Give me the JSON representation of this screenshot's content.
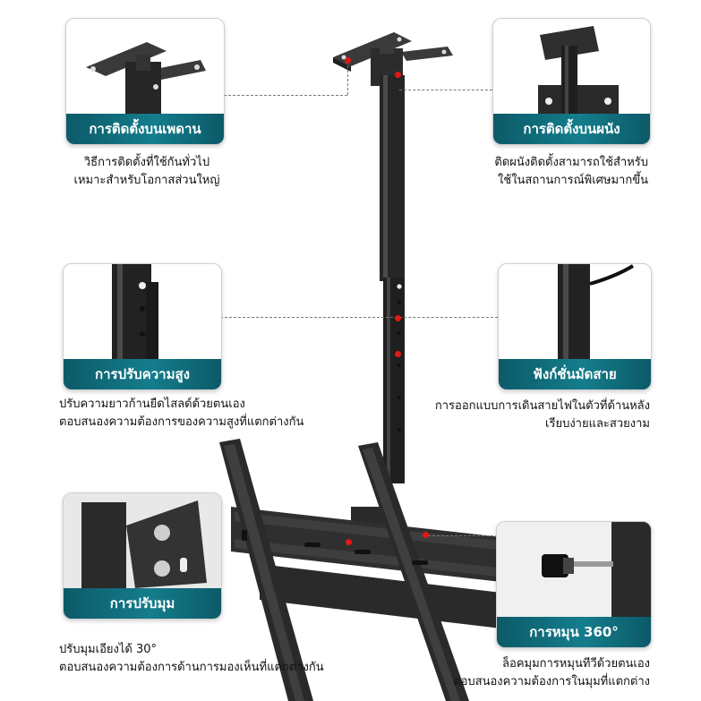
{
  "panels": {
    "ceiling": {
      "title": "การติดตั้งบนเพดาน",
      "desc_line1": "วิธีการติดตั้งที่ใช้กันทั่วไป",
      "desc_line2": "เหมาะสำหรับโอกาสส่วนใหญ่"
    },
    "wall": {
      "title": "การติดตั้งบนผนัง",
      "desc_line1": "ติดผนังติดตั้งสามารถใช้สำหรับ",
      "desc_line2": "ใช้ในสถานการณ์พิเศษมากขึ้น"
    },
    "height": {
      "title": "การปรับความสูง",
      "desc_line1": "ปรับความยาวก้านยืดไสลด์ด้วยตนเอง",
      "desc_line2": "ตอบสนองความต้องการของความสูงที่แตกต่างกัน"
    },
    "cable": {
      "title": "ฟังก์ชั่นมัดสาย",
      "desc_line1": "การออกแบบการเดินสายไฟในตัวที่ด้านหลัง",
      "desc_line2": "เรียบง่ายและสวยงาม"
    },
    "angle": {
      "title": "การปรับมุม",
      "desc_line1": "ปรับมุมเอียงได้ 30°",
      "desc_line2": "ตอบสนองความต้องการด้านการมองเห็นที่แตกต่างกัน"
    },
    "rotate": {
      "title": "การหมุน 360°",
      "desc_line1": "ล็อคมุมการหมุนทีวีด้วยตนเอง",
      "desc_line2": "ตอบสนองความต้องการในมุมที่แตกต่าง"
    }
  },
  "colors": {
    "label_bg": "#0f6c7a",
    "marker": "#e01818",
    "metal": "#2b2b2b"
  }
}
